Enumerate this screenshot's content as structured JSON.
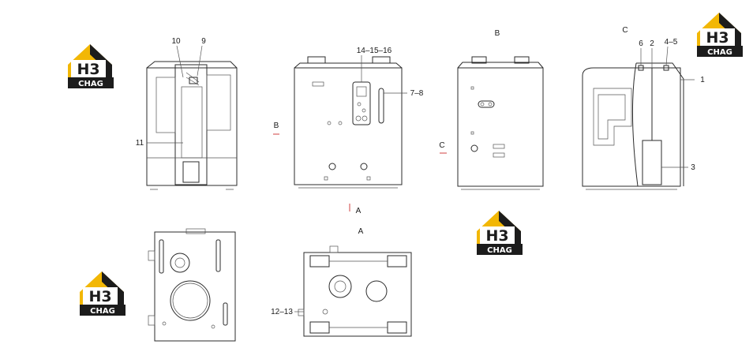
{
  "logo": {
    "mark": "H3",
    "word": "CHAG",
    "color_gold": "#f2b705",
    "color_dark": "#1c1c1c"
  },
  "views": {
    "a": "A",
    "b": "B",
    "c": "C"
  },
  "callouts": {
    "p1": "1",
    "p2": "2",
    "p3": "3",
    "p45": "4–5",
    "p6": "6",
    "p78": "7–8",
    "p9": "9",
    "p10": "10",
    "p11": "11",
    "p1213": "12–13",
    "p141516": "14–15–16"
  },
  "colors": {
    "line": "#2b2b2b",
    "arrow": "#d04040"
  }
}
